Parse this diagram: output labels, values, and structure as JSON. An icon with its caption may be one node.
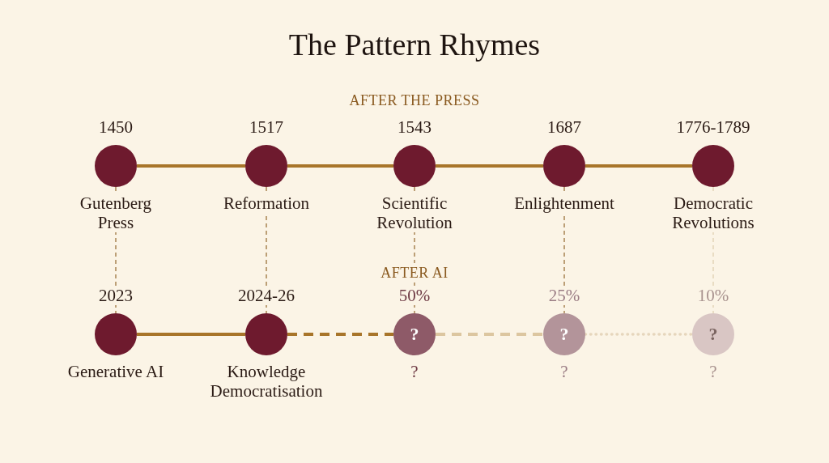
{
  "diagram": {
    "title": "The Pattern Rhymes",
    "nodes": [
      {
        "text": [],
        "shape": "circle",
        "beside": [
          "1450",
          "Gutenberg Press"
        ]
      },
      {
        "text": [],
        "shape": "circle",
        "beside": [
          "1517",
          "Reformation"
        ]
      },
      {
        "text": [],
        "shape": "circle",
        "beside": [
          "1543",
          "Scientific Revolution"
        ]
      },
      {
        "text": [],
        "shape": "circle",
        "beside": [
          "1687",
          "Enlightenment"
        ]
      },
      {
        "text": [],
        "shape": "circle",
        "beside": [
          "1776-1789",
          "Democratic Revolutions"
        ]
      },
      {
        "text": [],
        "shape": "circle",
        "beside": [
          "2023",
          "Generative AI"
        ]
      },
      {
        "text": [],
        "shape": "circle",
        "beside": [
          "2024-26",
          "Knowledge Democratisation"
        ]
      },
      {
        "text": [
          "?"
        ],
        "beside": [
          "50%",
          "?"
        ]
      },
      {
        "text": [
          "?"
        ],
        "beside": [
          "25%",
          "?"
        ]
      },
      {
        "text": [
          "?"
        ],
        "beside": [
          "10%",
          "?"
        ]
      }
    ],
    "edges": [
      {
        "from": 0,
        "to": 1,
        "arrow": "none"
      },
      {
        "from": 1,
        "to": 2,
        "arrow": "none"
      },
      {
        "from": 2,
        "to": 3,
        "arrow": "none"
      },
      {
        "from": 3,
        "to": 4,
        "arrow": "none"
      },
      {
        "from": 0,
        "to": 5,
        "arrow": "none",
        "style": "dashed"
      },
      {
        "from": 1,
        "to": 6,
        "arrow": "none",
        "style": "dashed"
      },
      {
        "from": 2,
        "to": 7,
        "arrow": "none",
        "style": "dashed"
      },
      {
        "from": 3,
        "to": 8,
        "arrow": "none",
        "style": "dashed"
      },
      {
        "from": 4,
        "to": 9,
        "arrow": "none",
        "style": "dashed",
        "color": "#e3d3b8"
      },
      {
        "from": 5,
        "to": 6,
        "arrow": "none"
      },
      {
        "from": 6,
        "to": 7,
        "arrow": "none",
        "style": "dashed"
      },
      {
        "from": 7,
        "to": 8,
        "arrow": "none",
        "style": "dashed",
        "color": "#dcc6a0"
      },
      {
        "from": 8,
        "to": 9,
        "arrow": "none",
        "style": "dashed",
        "color": "#e6d6bc"
      }
    ],
    "labels": [
      "AFTER THE PRESS",
      "AFTER AI"
    ]
  }
}
